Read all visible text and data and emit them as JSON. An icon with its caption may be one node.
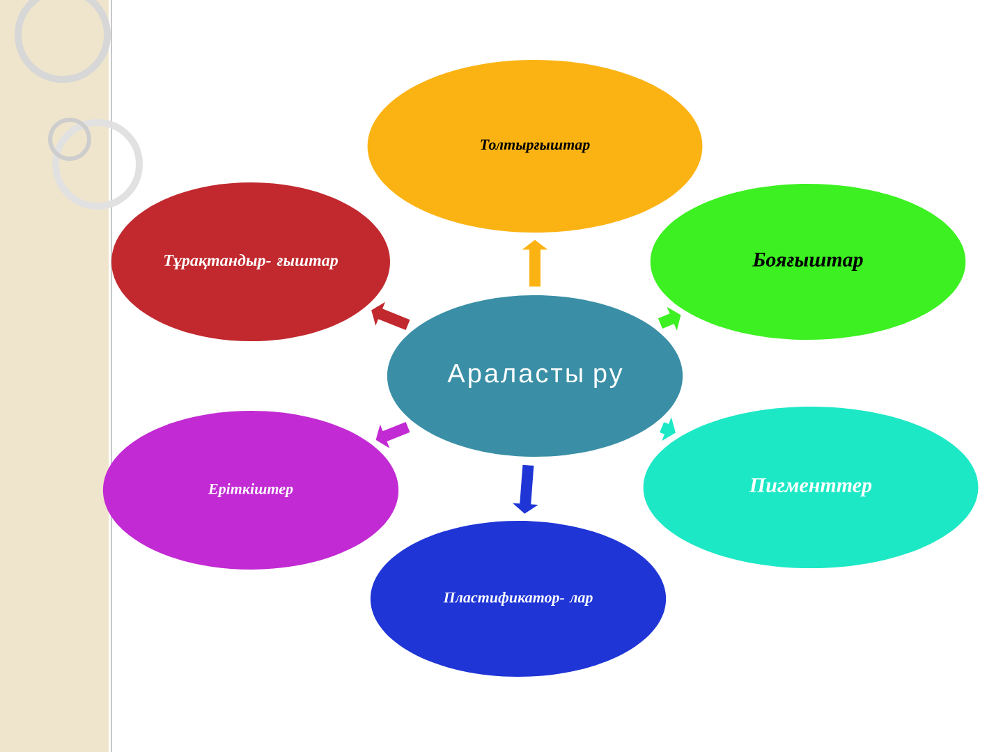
{
  "diagram": {
    "nodes": [
      {
        "text": [
          "Араласты ру"
        ]
      },
      {
        "text": [
          "Толтырғыштар"
        ]
      },
      {
        "text": [
          "Бояғыштар"
        ]
      },
      {
        "text": [
          "Пигменттер"
        ]
      },
      {
        "text": [
          "Пластификатор- лар"
        ]
      },
      {
        "text": [
          "Ерiткiштер"
        ]
      },
      {
        "text": [
          "Тұрақтандыр- ғыштар"
        ]
      }
    ],
    "edges": [
      {
        "from": 0,
        "to": 1,
        "arrow": "to",
        "color": "#fbb314"
      },
      {
        "from": 0,
        "to": 2,
        "arrow": "to",
        "color": "#3cf021"
      },
      {
        "from": 0,
        "to": 3,
        "arrow": "to",
        "color": "#1de8c5"
      },
      {
        "from": 0,
        "to": 4,
        "arrow": "to",
        "color": "#1f35d6"
      },
      {
        "from": 0,
        "to": 5,
        "arrow": "to",
        "color": "#c22ad3"
      },
      {
        "from": 0,
        "to": 6,
        "arrow": "to",
        "color": "#c1292e"
      }
    ]
  }
}
